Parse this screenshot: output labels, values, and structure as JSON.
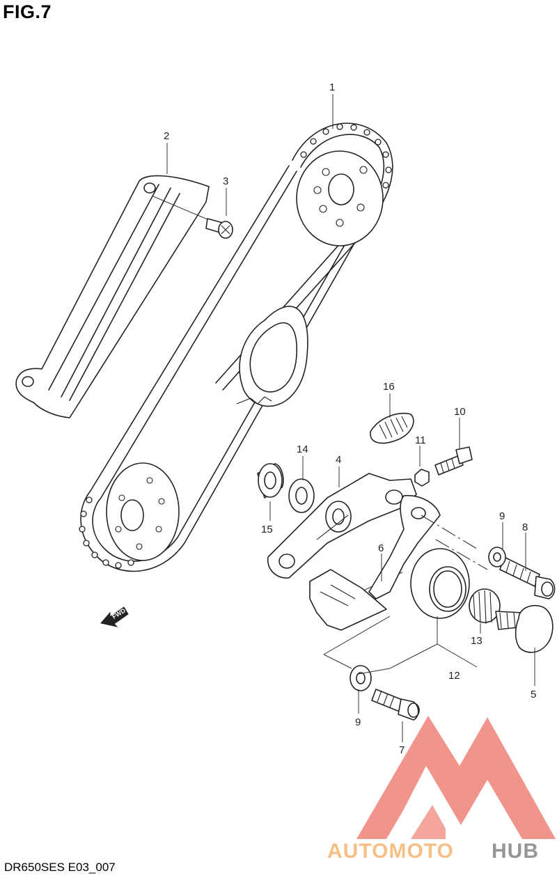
{
  "figure": {
    "title": "FIG.7",
    "code": "DR650SES E03_007",
    "direction_label": "FWD"
  },
  "callouts": [
    {
      "id": "c1",
      "label": "1"
    },
    {
      "id": "c2",
      "label": "2"
    },
    {
      "id": "c3",
      "label": "3"
    },
    {
      "id": "c4",
      "label": "4"
    },
    {
      "id": "c5",
      "label": "5"
    },
    {
      "id": "c6",
      "label": "6"
    },
    {
      "id": "c7",
      "label": "7"
    },
    {
      "id": "c8",
      "label": "8"
    },
    {
      "id": "c9a",
      "label": "9"
    },
    {
      "id": "c9b",
      "label": "9"
    },
    {
      "id": "c10",
      "label": "10"
    },
    {
      "id": "c11",
      "label": "11"
    },
    {
      "id": "c12",
      "label": "12"
    },
    {
      "id": "c13",
      "label": "13"
    },
    {
      "id": "c14",
      "label": "14"
    },
    {
      "id": "c15",
      "label": "15"
    },
    {
      "id": "c16",
      "label": "16"
    }
  ],
  "watermark": {
    "part1": "AUTOMOTO",
    "part2": "HUB",
    "color_primary": "#f08a80",
    "color_secondary": "#f4b97a",
    "color_dark": "#8a8a8a"
  }
}
